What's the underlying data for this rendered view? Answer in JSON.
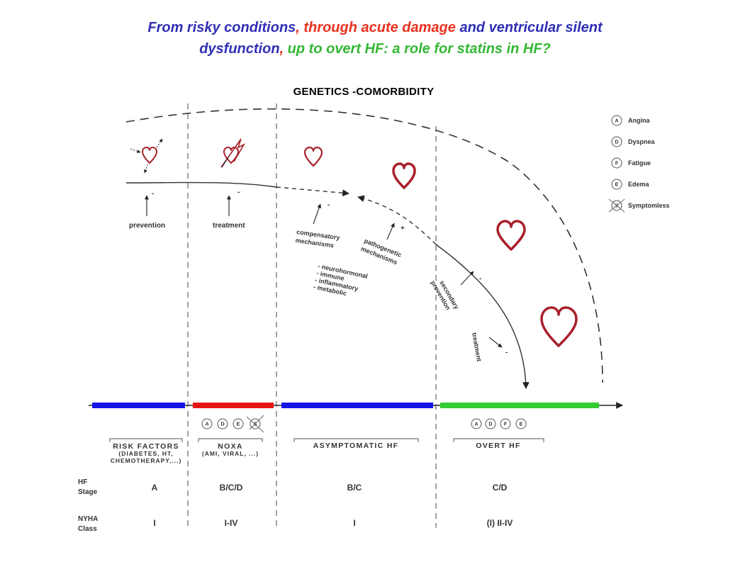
{
  "title": {
    "line1_part1": "From risky conditions",
    "line1_comma": ",",
    "line1_part2": "through acute damage",
    "line1_part3": "and ventricular silent",
    "line2_part1": "dysfunction",
    "line2_comma": ",",
    "line2_part2": "up to overt HF: a role for statins in HF?"
  },
  "subtitle": "GENETICS -COMORBIDITY",
  "legend": [
    {
      "letter": "A",
      "label": "Angina"
    },
    {
      "letter": "D",
      "label": "Dyspnea"
    },
    {
      "letter": "F",
      "label": "Fatigue"
    },
    {
      "letter": "E",
      "label": "Edema"
    },
    {
      "letter": "S",
      "label": "Symptomless"
    }
  ],
  "diagram": {
    "prevention": "prevention",
    "treatment": "treatment",
    "minus": "-",
    "plus": "+",
    "compensatory_1": "compensatory",
    "compensatory_2": "mechanisms",
    "pathogenetic_1": "pathogenetic",
    "pathogenetic_2": "mechanisms",
    "mechanism_list": [
      "- neurohormonal",
      "- immune",
      "- inflammatory",
      "- metabolic"
    ],
    "secondary_1": "secondary",
    "secondary_2": "prevention",
    "treatment_late": "treatment"
  },
  "stages": [
    {
      "title": "RISK FACTORS",
      "sub": [
        "(DIABETES, HT,",
        "CHEMOTHERAPY,...)"
      ],
      "hf_stage": "A",
      "nyha": "I",
      "symptoms": []
    },
    {
      "title": "NOXA",
      "sub": [
        "(AMI, VIRAL, ...)"
      ],
      "hf_stage": "B/C/D",
      "nyha": "I-IV",
      "symptoms": [
        "A",
        "D",
        "E",
        "S"
      ]
    },
    {
      "title": "ASYMPTOMATIC HF",
      "sub": [],
      "hf_stage": "B/C",
      "nyha": "I",
      "symptoms": []
    },
    {
      "title": "OVERT HF",
      "sub": [],
      "hf_stage": "C/D",
      "nyha": "(I) II-IV",
      "symptoms": [
        "A",
        "D",
        "F",
        "E"
      ]
    }
  ],
  "row_headers": {
    "hf_1": "HF",
    "hf_2": "Stage",
    "nyha_1": "NYHA",
    "nyha_2": "Class"
  },
  "colors": {
    "title_blue": "#2f2fb5",
    "title_red": "#e8311f",
    "title_green": "#33b833",
    "bar_blue": "#1515e6",
    "bar_red": "#e61515",
    "bar_green": "#33cc33",
    "heart": "#a8202a"
  }
}
